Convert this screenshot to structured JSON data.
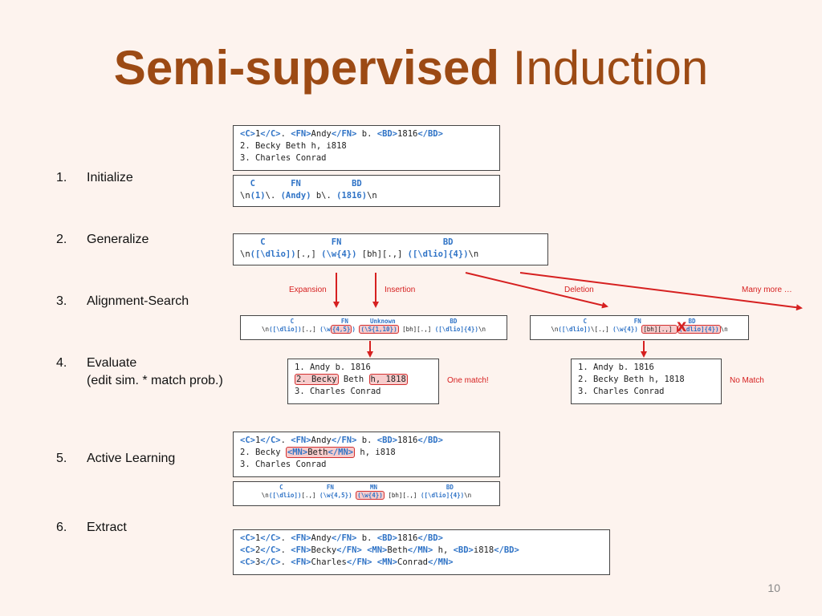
{
  "title": {
    "bold": "Semi-supervised",
    "normal": " Induction"
  },
  "steps": [
    {
      "num": "1.",
      "label": "Initialize"
    },
    {
      "num": "2.",
      "label": "Generalize"
    },
    {
      "num": "3.",
      "label": "Alignment-Search"
    },
    {
      "num": "4.",
      "label": "Evaluate",
      "sub": "(edit sim. * match prob.)"
    },
    {
      "num": "5.",
      "label": "Active Learning"
    },
    {
      "num": "6.",
      "label": "Extract"
    }
  ],
  "init": {
    "t1": "<C>",
    "v1": "1",
    "t2": "</C>",
    "s1": ". ",
    "t3": "<FN>",
    "v2": "Andy",
    "t4": "</FN>",
    "s2": " b. ",
    "t5": "<BD>",
    "v3": "1816",
    "t6": "</BD>",
    "line2": "2. Becky Beth h, i818",
    "line3": "3. Charles Conrad"
  },
  "init_regex": {
    "header": "  C       FN          BD",
    "p1": "\\n",
    "g1": "(1)",
    "p2": "\\. ",
    "g2": "(Andy)",
    "p3": " b\\. ",
    "g3": "(1816)",
    "p4": "\\n"
  },
  "gen_regex": {
    "header": "    C             FN                    BD",
    "p1": "\\n",
    "g1": "([\\dlio])",
    "p2": "[.,] ",
    "g2": "(\\w{4})",
    "p3": " [bh][.,] ",
    "g3": "([\\dlio]{4})",
    "p4": "\\n"
  },
  "labels": {
    "expansion": "Expansion",
    "insertion": "Insertion",
    "deletion": "Deletion",
    "many_more": "Many more …",
    "one_match": "One match!",
    "no_match": "No Match"
  },
  "cand_left": {
    "header": "C             FN      Unknown               BD",
    "p1": "\\n",
    "g1": "([\\dlio])",
    "p2": "[.,] ",
    "g2a": "(\\w",
    "g2h": "{4,5}",
    "g2b": ")",
    "p3": " ",
    "g3": "(\\S{1,10})",
    "p4": " [bh][.,] ",
    "g4": "([\\dlio]{4})",
    "p5": "\\n"
  },
  "cand_right": {
    "header": "C             FN             BD",
    "p1": "\\n",
    "g1": "([\\dlio])",
    "p2": "\\[.,] ",
    "g2": "(\\w{4})",
    "p3": " ",
    "hl": "[bh][.,] ",
    "g3": "(\\dlio]{4})",
    "p4": "\\n",
    "x": "X"
  },
  "eval_left": {
    "line1": "1. Andy b. 1816",
    "l2a": "2. Becky",
    "l2b": " Beth ",
    "l2c": "h, 1818",
    "line3": "3. Charles Conrad"
  },
  "eval_right": {
    "line1": "1. Andy b. 1816",
    "line2": "2. Becky Beth h, 1818",
    "line3": "3. Charles Conrad"
  },
  "active": {
    "line1": {
      "t1": "<C>",
      "v1": "1",
      "t2": "</C>",
      "s1": ". ",
      "t3": "<FN>",
      "v2": "Andy",
      "t4": "</FN>",
      "s2": " b. ",
      "t5": "<BD>",
      "v3": "1816",
      "t6": "</BD>"
    },
    "l2a": "2. Becky ",
    "h1": "<MN>",
    "hv": "Beth",
    "h2": "</MN>",
    "l2b": " h, i818",
    "line3": "3. Charles Conrad"
  },
  "active_regex": {
    "header": "C            FN          MN                   BD",
    "p1": "\\n",
    "g1": "([\\dlio])",
    "p2": "[.,] ",
    "g2": "(\\w{4,5})",
    "p3": " ",
    "g3": "(\\w{4})",
    "p4": " [bh][.,] ",
    "g4": "([\\dlio]{4})",
    "p5": "\\n"
  },
  "extract": {
    "line1": {
      "t1": "<C>",
      "v1": "1",
      "t2": "</C>",
      "s1": ". ",
      "t3": "<FN>",
      "v2": "Andy",
      "t4": "</FN>",
      "s2": " b. ",
      "t5": "<BD>",
      "v3": "1816",
      "t6": "</BD>"
    },
    "line2": {
      "t1": "<C>",
      "v1": "2",
      "t2": "</C>",
      "s1": ". ",
      "t3": "<FN>",
      "v2": "Becky",
      "t4": "</FN>",
      "s2": " ",
      "t5": "<MN>",
      "v3": "Beth",
      "t6": "</MN>",
      "s3": " h, ",
      "t7": "<BD>",
      "v4": "i818",
      "t8": "</BD>"
    },
    "line3": {
      "t1": "<C>",
      "v1": "3",
      "t2": "</C>",
      "s1": ". ",
      "t3": "<FN>",
      "v2": "Charles",
      "t4": "</FN>",
      "s2": " ",
      "t5": "<MN>",
      "v3": "Conrad",
      "t6": "</MN>"
    }
  },
  "slide_number": "10",
  "colors": {
    "title": "#9c4a14",
    "tag": "#2f73c6",
    "arrow": "#d62020",
    "highlight": "#f7cccc",
    "background": "#fdf3ee"
  }
}
